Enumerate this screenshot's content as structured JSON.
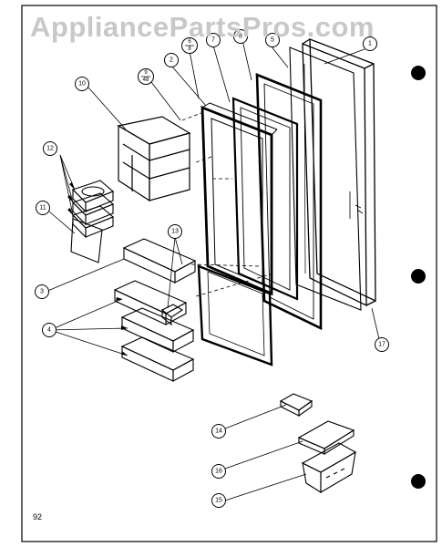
{
  "watermark": "AppliancePartsPros.com",
  "page_number": "92",
  "callouts": [
    {
      "id": "c1",
      "label": "1"
    },
    {
      "id": "c2",
      "label": "2"
    },
    {
      "id": "c3",
      "label": "3"
    },
    {
      "id": "c4",
      "label": "4"
    },
    {
      "id": "c5",
      "label": "5"
    },
    {
      "id": "c7",
      "label": "7"
    },
    {
      "id": "c8",
      "label": "8"
    },
    {
      "id": "c10",
      "label": "10"
    },
    {
      "id": "c11",
      "label": "11"
    },
    {
      "id": "c12",
      "label": "12"
    },
    {
      "id": "c13",
      "label": "13"
    },
    {
      "id": "c14",
      "label": "14"
    },
    {
      "id": "c15",
      "label": "15"
    },
    {
      "id": "c16",
      "label": "16"
    },
    {
      "id": "c17",
      "label": "17"
    }
  ],
  "fraction_callouts": [
    {
      "id": "f6",
      "top": "6",
      "bottom": "8"
    },
    {
      "id": "f9",
      "top": "9",
      "bottom": "48"
    }
  ],
  "colors": {
    "ink": "#000000",
    "watermark": "#c8c8c8",
    "background": "#ffffff"
  }
}
